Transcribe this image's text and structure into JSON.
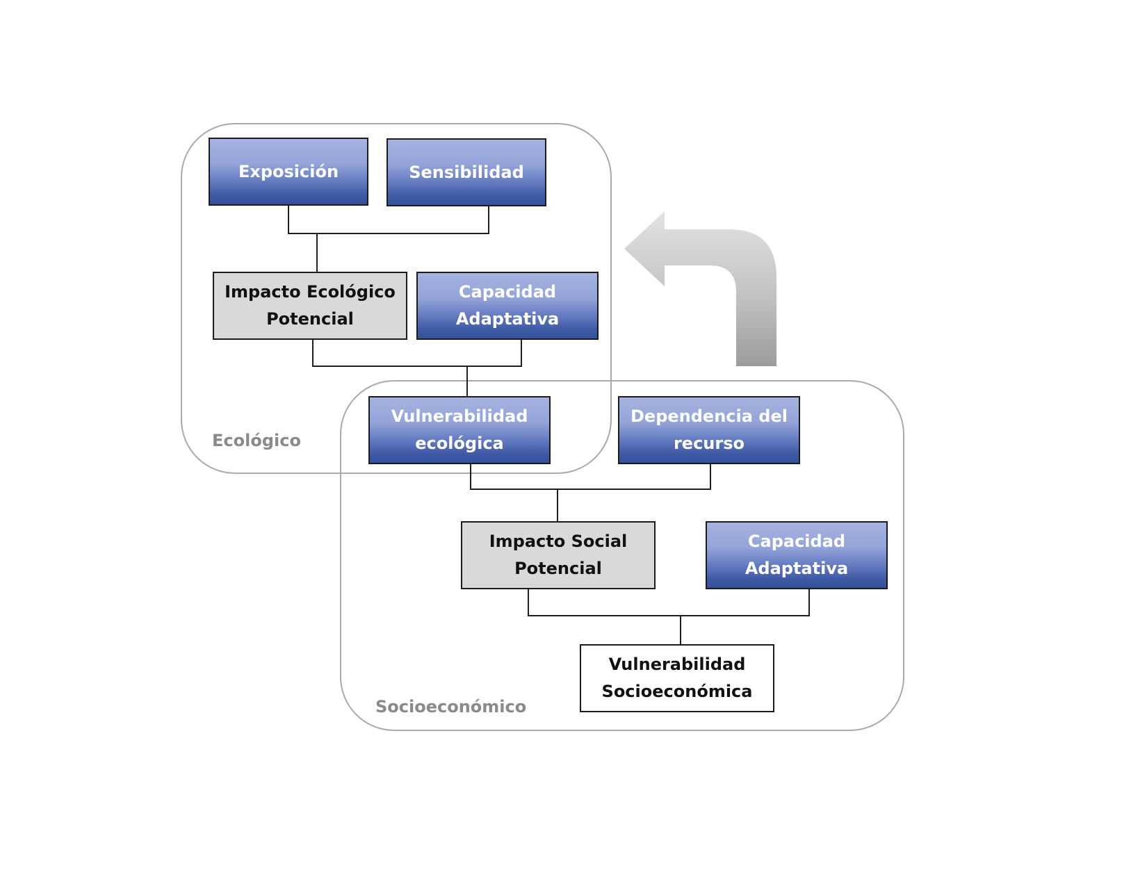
{
  "groups": {
    "ecologico": {
      "label": "Ecológico"
    },
    "socioeconomico": {
      "label": "Socioeconómico"
    }
  },
  "nodes": {
    "exposicion": {
      "label": "Exposición"
    },
    "sensibilidad": {
      "label": "Sensibilidad"
    },
    "impacto_ecologico": {
      "line1": "Impacto Ecológico",
      "line2": "Potencial"
    },
    "capacidad_adaptativa_eco": {
      "line1": "Capacidad",
      "line2": "Adaptativa"
    },
    "vulnerabilidad_ecologica": {
      "line1": "Vulnerabilidad",
      "line2": "ecológica"
    },
    "dependencia_recurso": {
      "line1": "Dependencia del",
      "line2": "recurso"
    },
    "impacto_social": {
      "line1": "Impacto Social",
      "line2": "Potencial"
    },
    "capacidad_adaptativa_soc": {
      "line1": "Capacidad",
      "line2": "Adaptativa"
    },
    "vulnerabilidad_socio": {
      "line1": "Vulnerabilidad",
      "line2": "Socioeconómica"
    }
  },
  "colors": {
    "blue_top": "#a6b3e0",
    "blue_bottom": "#34519a",
    "gray_box": "#d9d9d9",
    "group_border": "#a9a9a9",
    "group_label": "#8a8a8a",
    "arrow": "#b3b3b3"
  },
  "icons": {
    "feedback_arrow": "curved-return-arrow-icon"
  }
}
